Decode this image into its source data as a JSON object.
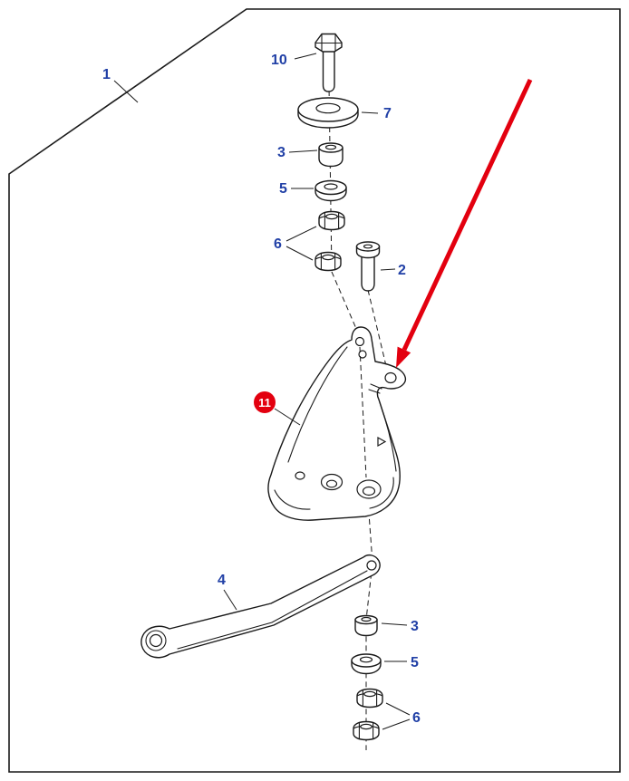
{
  "diagram": {
    "type": "exploded-parts-diagram",
    "colors": {
      "label_blue": "#2140a6",
      "arrow_red": "#e3000f",
      "line_black": "#1a1a1a",
      "background": "#ffffff",
      "badge_text": "#ffffff"
    },
    "callouts": {
      "frame": "1",
      "bolt": "10",
      "large_washer": "7",
      "upper_bushing": "3",
      "upper_washer": "5",
      "upper_nuts": "6",
      "pin": "2",
      "bracket_badge": "11",
      "lever_arm": "4",
      "lower_bushing": "3",
      "lower_washer": "5",
      "lower_nuts": "6"
    }
  }
}
